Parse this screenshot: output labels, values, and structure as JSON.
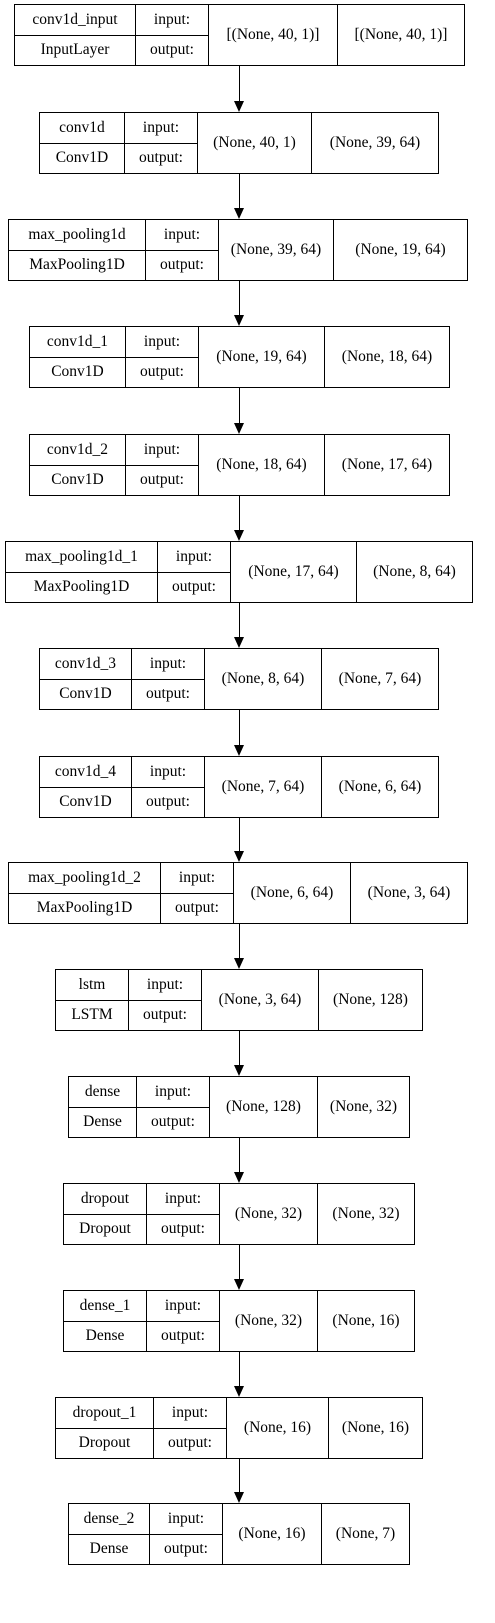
{
  "port_labels": {
    "input": "input:",
    "output": "output:"
  },
  "layers": [
    {
      "name": "conv1d_input",
      "type": "InputLayer",
      "input_shape": "[(None, 40, 1)]",
      "output_shape": "[(None, 40, 1)]"
    },
    {
      "name": "conv1d",
      "type": "Conv1D",
      "input_shape": "(None, 40, 1)",
      "output_shape": "(None, 39, 64)"
    },
    {
      "name": "max_pooling1d",
      "type": "MaxPooling1D",
      "input_shape": "(None, 39, 64)",
      "output_shape": "(None, 19, 64)"
    },
    {
      "name": "conv1d_1",
      "type": "Conv1D",
      "input_shape": "(None, 19, 64)",
      "output_shape": "(None, 18, 64)"
    },
    {
      "name": "conv1d_2",
      "type": "Conv1D",
      "input_shape": "(None, 18, 64)",
      "output_shape": "(None, 17, 64)"
    },
    {
      "name": "max_pooling1d_1",
      "type": "MaxPooling1D",
      "input_shape": "(None, 17, 64)",
      "output_shape": "(None, 8, 64)"
    },
    {
      "name": "conv1d_3",
      "type": "Conv1D",
      "input_shape": "(None, 8, 64)",
      "output_shape": "(None, 7, 64)"
    },
    {
      "name": "conv1d_4",
      "type": "Conv1D",
      "input_shape": "(None, 7, 64)",
      "output_shape": "(None, 6, 64)"
    },
    {
      "name": "max_pooling1d_2",
      "type": "MaxPooling1D",
      "input_shape": "(None, 6, 64)",
      "output_shape": "(None, 3, 64)"
    },
    {
      "name": "lstm",
      "type": "LSTM",
      "input_shape": "(None, 3, 64)",
      "output_shape": "(None, 128)"
    },
    {
      "name": "dense",
      "type": "Dense",
      "input_shape": "(None, 128)",
      "output_shape": "(None, 32)"
    },
    {
      "name": "dropout",
      "type": "Dropout",
      "input_shape": "(None, 32)",
      "output_shape": "(None, 32)"
    },
    {
      "name": "dense_1",
      "type": "Dense",
      "input_shape": "(None, 32)",
      "output_shape": "(None, 16)"
    },
    {
      "name": "dropout_1",
      "type": "Dropout",
      "input_shape": "(None, 16)",
      "output_shape": "(None, 16)"
    },
    {
      "name": "dense_2",
      "type": "Dense",
      "input_shape": "(None, 16)",
      "output_shape": "(None, 7)"
    }
  ]
}
